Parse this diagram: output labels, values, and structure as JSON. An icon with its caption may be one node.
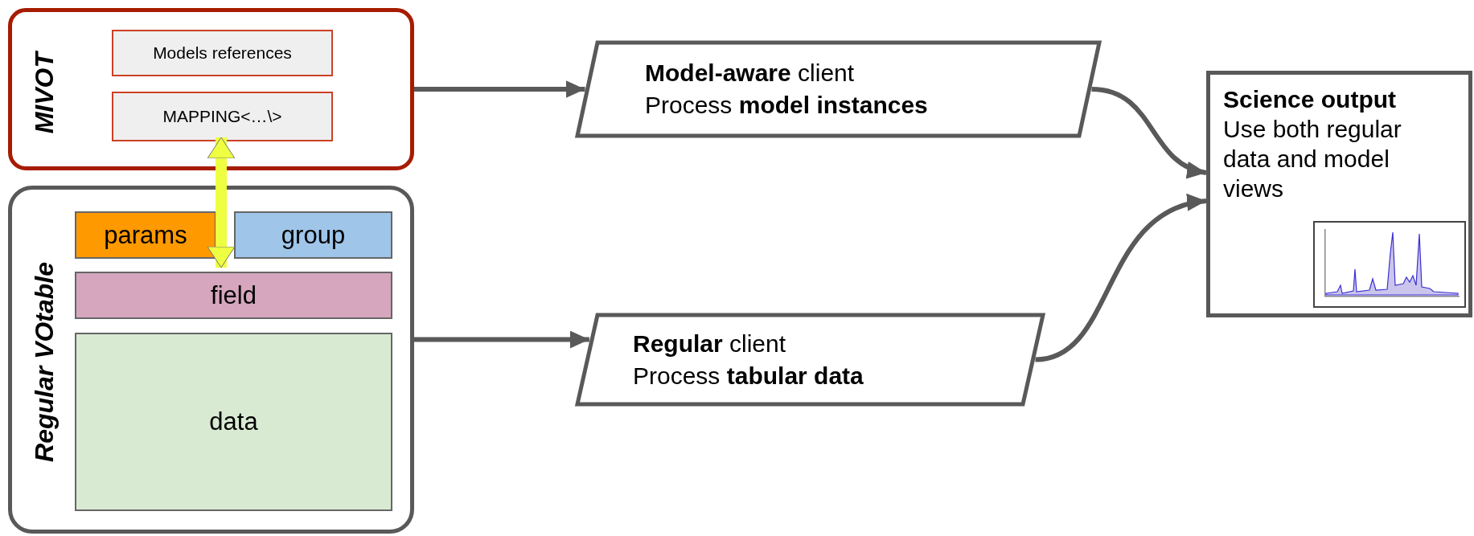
{
  "diagram": {
    "nodes": [
      {
        "text": [
          "MIVOT"
        ]
      },
      {
        "text": [
          "Models references"
        ],
        "in": 0
      },
      {
        "text": [
          "MAPPING<…\\>"
        ],
        "in": 0
      },
      {
        "text": [
          "Regular VOtable"
        ]
      },
      {
        "text": [
          "params"
        ],
        "in": 3
      },
      {
        "text": [
          "group"
        ],
        "in": 3
      },
      {
        "text": [
          "field"
        ],
        "in": 3
      },
      {
        "text": [
          "data"
        ],
        "in": 3
      },
      {
        "text": [
          "**Model-aware** client",
          "Process **model instances**"
        ]
      },
      {
        "text": [
          "**Regular** client",
          "Process **tabular data**"
        ]
      },
      {
        "text": [
          "Science output",
          "Use both regular data and model views"
        ]
      }
    ],
    "edges": [
      {
        "from": 2,
        "to": 6,
        "arrow": "both",
        "style": "thick",
        "color": "#eeff41"
      },
      {
        "from": 0,
        "to": 8,
        "arrow": "to"
      },
      {
        "from": 3,
        "to": 9,
        "arrow": "to"
      },
      {
        "from": 8,
        "to": 10,
        "arrow": "to"
      },
      {
        "from": 9,
        "to": 10,
        "arrow": "to"
      }
    ]
  }
}
